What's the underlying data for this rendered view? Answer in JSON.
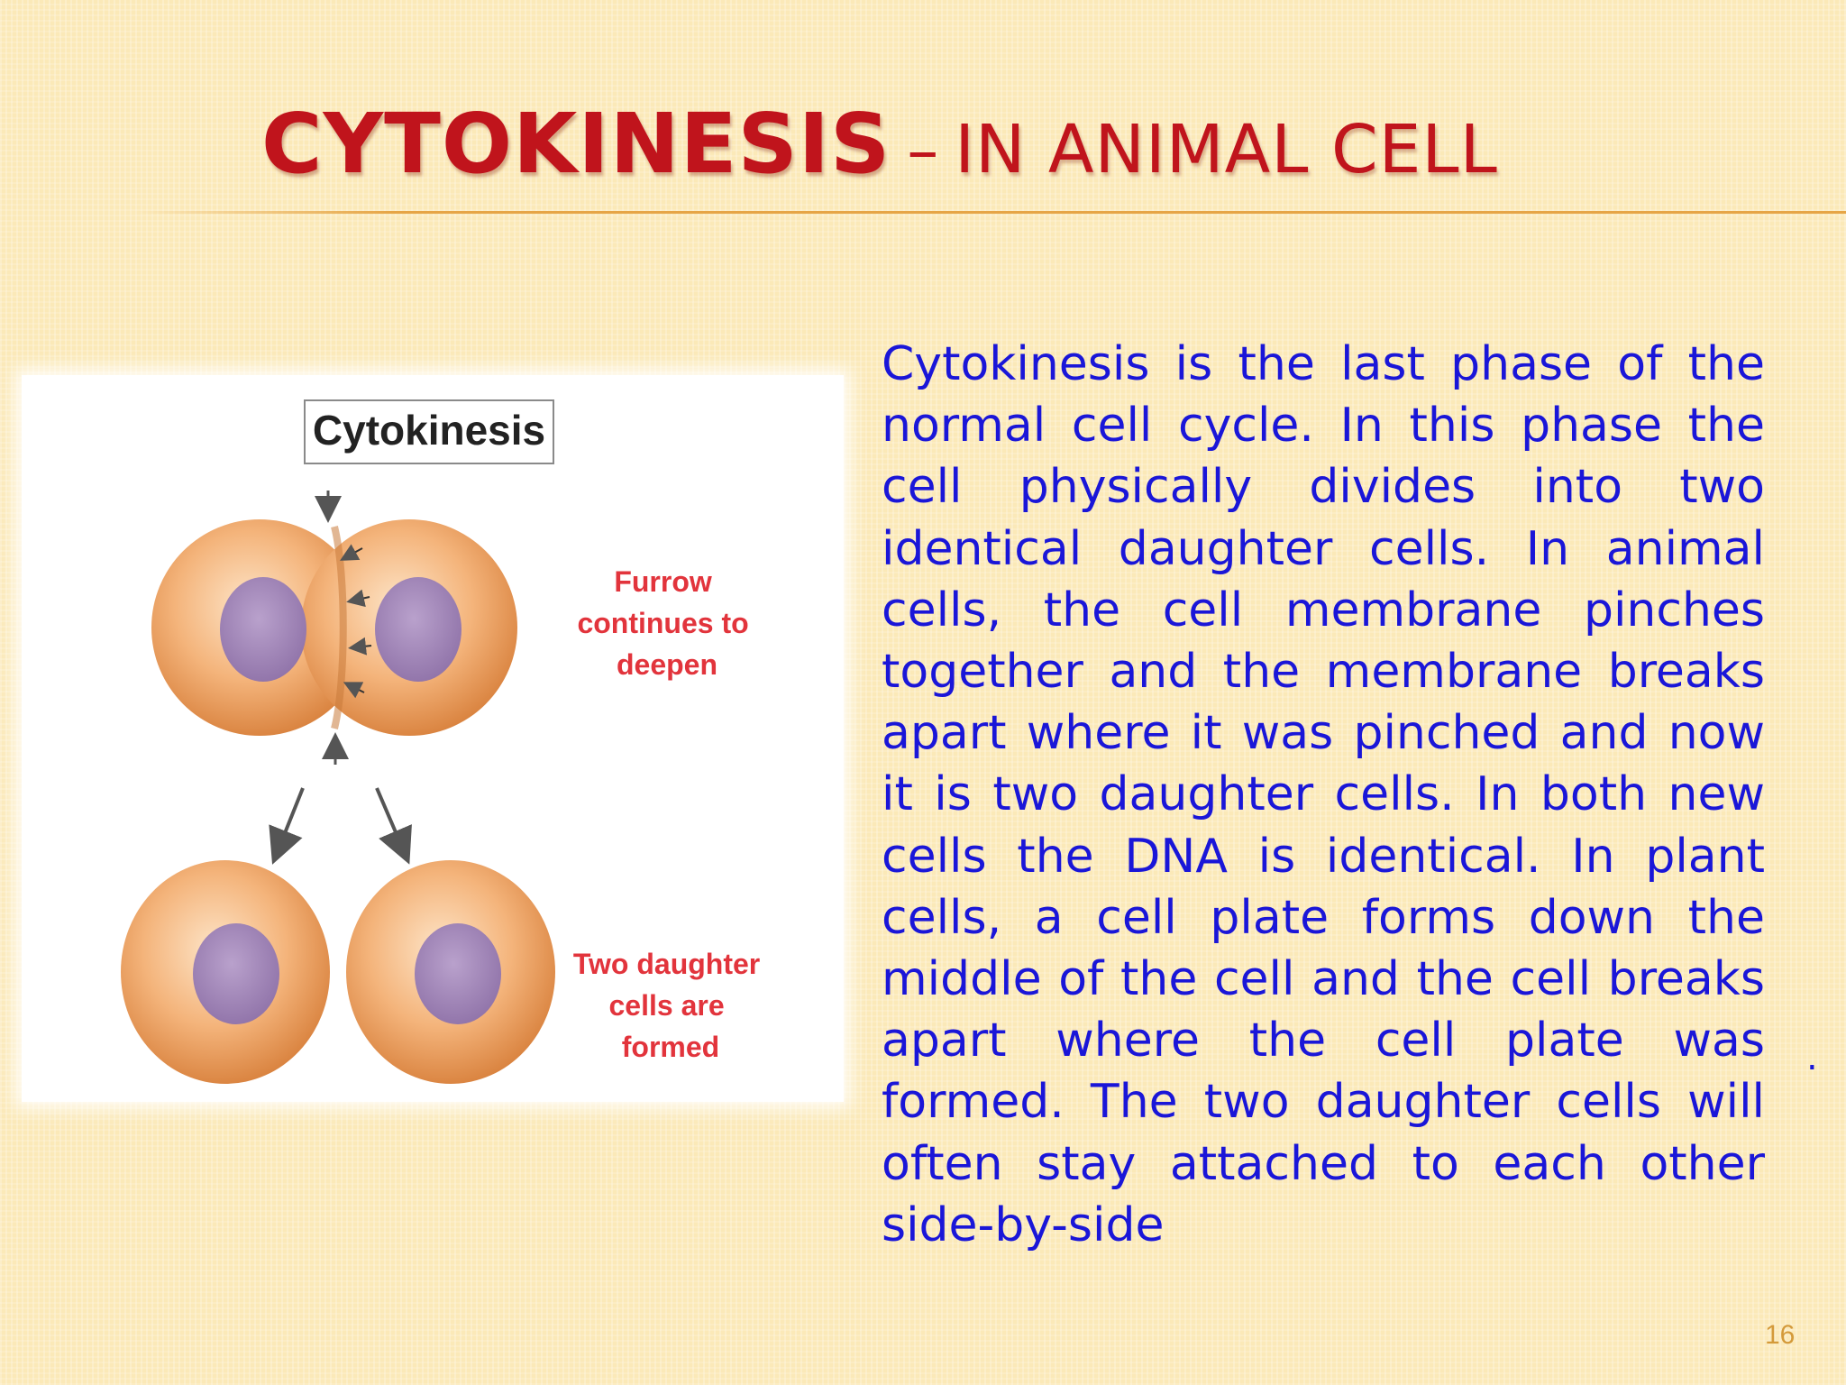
{
  "slide": {
    "title_main": "CYTOKINESIS",
    "title_separator": "–",
    "title_sub": "IN ANIMAL CELL",
    "body": "Cytokinesis is the last phase of the normal cell cycle. In this phase the cell physically divides into two identical daughter cells. In animal cells, the cell membrane pinches together and the membrane breaks apart where it was pinched and now it is two daughter cells. In both new cells the DNA is identical. In plant cells, a cell plate forms down the middle of the cell and the cell breaks apart where the cell plate was formed. The two daughter cells will often stay attached to each other side-by-side",
    "stray_mark": ".",
    "page_number": "16"
  },
  "figure": {
    "heading": "Cytokinesis",
    "label_top": [
      "Furrow",
      "continues to",
      "deepen"
    ],
    "label_bottom": [
      "Two daughter",
      "cells are",
      "formed"
    ],
    "colors": {
      "cell_light": "#fbd7b0",
      "cell_mid": "#f2a66a",
      "cell_dark": "#d9823e",
      "nucleus": "#a88bbb",
      "label_red": "#e2343c",
      "arrow": "#555555"
    }
  }
}
